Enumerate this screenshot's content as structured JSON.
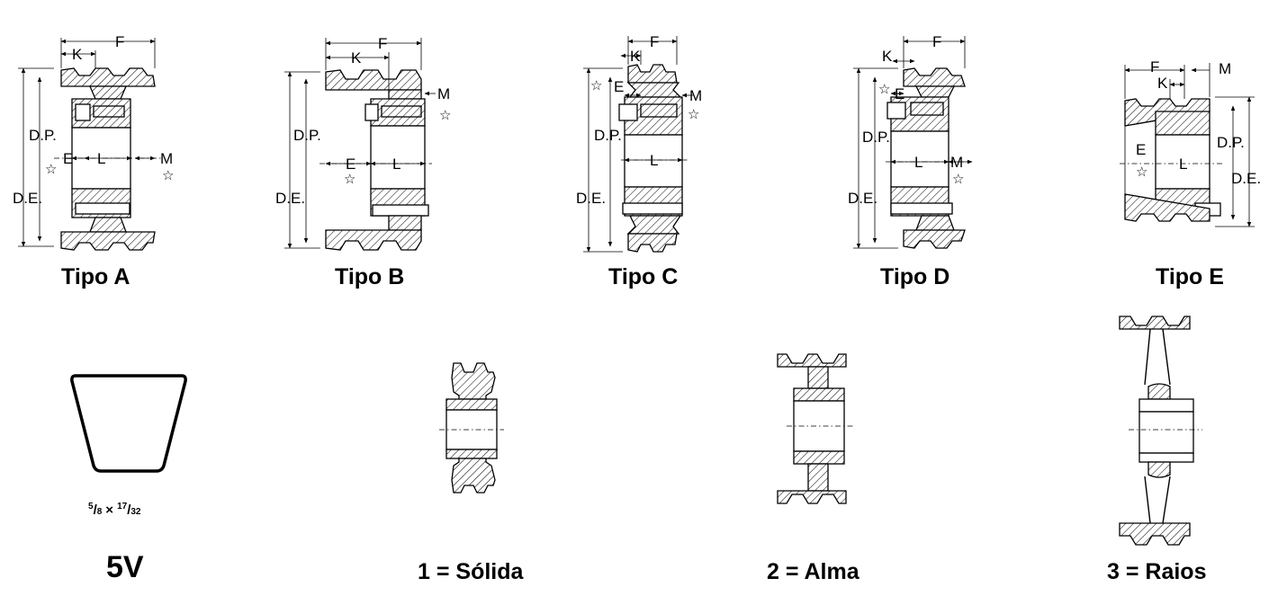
{
  "labels": {
    "F": "F",
    "K": "K",
    "M": "M",
    "E": "E",
    "L": "L",
    "DP": "D.P.",
    "DE": "D.E.",
    "star": "☆"
  },
  "types": [
    {
      "id": "a",
      "caption": "Tipo A"
    },
    {
      "id": "b",
      "caption": "Tipo B"
    },
    {
      "id": "c",
      "caption": "Tipo C"
    },
    {
      "id": "d",
      "caption": "Tipo D"
    },
    {
      "id": "e",
      "caption": "Tipo E"
    }
  ],
  "belt": {
    "section": "5V",
    "frac1_num": "5",
    "frac1_den": "8",
    "times": "×",
    "frac2_num": "17",
    "frac2_den": "32"
  },
  "construction": [
    {
      "id": "solid",
      "caption": "1 = Sólida"
    },
    {
      "id": "web",
      "caption": "2 = Alma"
    },
    {
      "id": "spokes",
      "caption": "3 = Raios"
    }
  ]
}
